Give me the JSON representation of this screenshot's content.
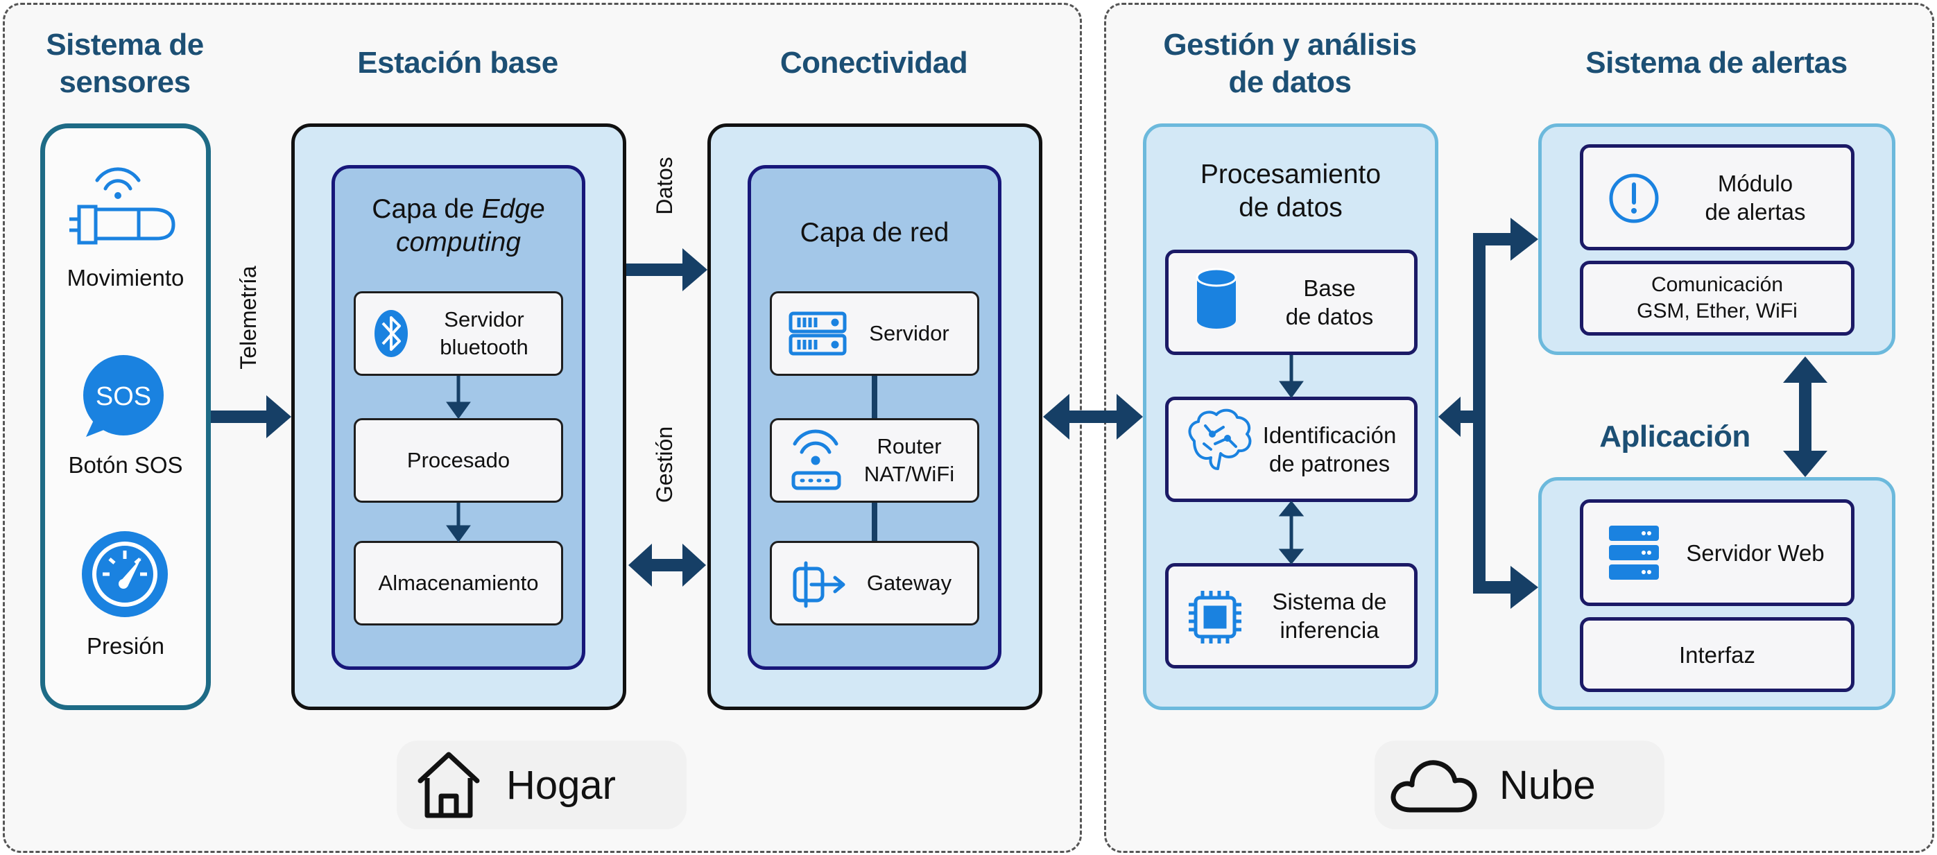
{
  "regions": {
    "hogar": {
      "label": "Hogar"
    },
    "nube": {
      "label": "Nube"
    }
  },
  "sections": {
    "sensores": {
      "title_l1": "Sistema de",
      "title_l2": "sensores"
    },
    "estacion": {
      "title": "Estación base"
    },
    "conectividad": {
      "title": "Conectividad"
    },
    "gestion": {
      "title_l1": "Gestión y análisis",
      "title_l2": "de datos"
    },
    "alertas": {
      "title": "Sistema de alertas"
    },
    "aplicacion": {
      "title": "Aplicación"
    }
  },
  "sensors": {
    "movimiento": "Movimiento",
    "sos_badge": "SOS",
    "boton_sos": "Botón SOS",
    "presion": "Presión"
  },
  "edge": {
    "title_l1": "Capa de ",
    "title_em": "Edge",
    "title_l2": "computing",
    "bluetooth_l1": "Servidor",
    "bluetooth_l2": "bluetooth",
    "procesado": "Procesado",
    "almacenamiento": "Almacenamiento"
  },
  "red": {
    "title": "Capa de red",
    "servidor": "Servidor",
    "router_l1": "Router",
    "router_l2": "NAT/WiFi",
    "gateway": "Gateway"
  },
  "arrows": {
    "telemetria": "Telemetría",
    "datos": "Datos",
    "gestion": "Gestión"
  },
  "procesamiento": {
    "title_l1": "Procesamiento",
    "title_l2": "de datos",
    "bd_l1": "Base",
    "bd_l2": "de datos",
    "ident_l1": "Identificación",
    "ident_l2": "de patrones",
    "inf_l1": "Sistema de",
    "inf_l2": "inferencia"
  },
  "alertas": {
    "modulo_l1": "Módulo",
    "modulo_l2": "de alertas",
    "com_l1": "Comunicación",
    "com_l2": "GSM, Ether, WiFi"
  },
  "app": {
    "servidor_web": "Servidor Web",
    "interfaz": "Interfaz"
  },
  "colors": {
    "title": "#1c4f74",
    "arrow": "#163f66",
    "icon_blue": "#1a82e0",
    "container_fill": "#d3e8f6",
    "inner_fill": "#a3c7e8",
    "inner_border": "#17177a",
    "light_border": "#6cb9dc"
  },
  "icons": [
    "wrist-sensor-icon",
    "sos-chat-icon",
    "gauge-icon",
    "bluetooth-icon",
    "server-icon",
    "wifi-router-icon",
    "gateway-icon",
    "database-icon",
    "brain-icon",
    "chip-icon",
    "alert-icon",
    "server-stack-icon",
    "house-icon",
    "cloud-icon"
  ]
}
